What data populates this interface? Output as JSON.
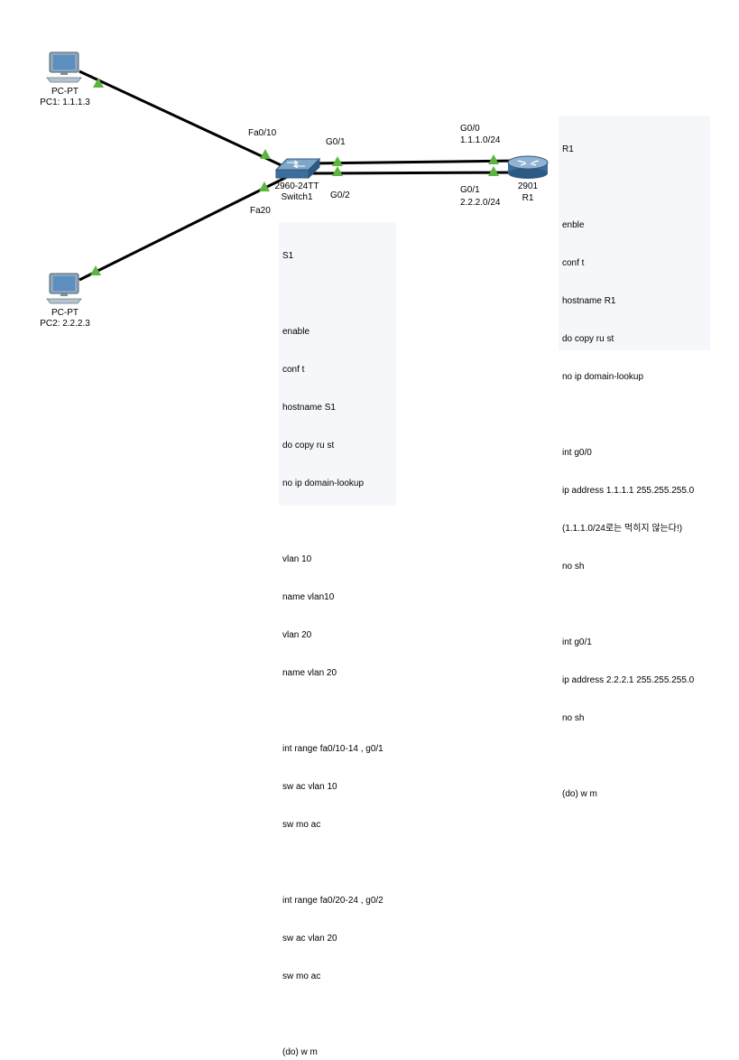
{
  "devices": {
    "pc1": {
      "type": "PC-PT",
      "name": "PC1: 1.1.1.3"
    },
    "pc2": {
      "type": "PC-PT",
      "name": "PC2: 2.2.2.3"
    },
    "switch": {
      "model": "2960-24TT",
      "name": "Switch1"
    },
    "router": {
      "model": "2901",
      "name": "R1"
    }
  },
  "ports": {
    "sw_fa0_10": "Fa0/10",
    "sw_fa0_20": "Fa20",
    "sw_g0_1": "G0/1",
    "sw_g0_2": "G0/2",
    "r_g0_0": "G0/0",
    "r_g0_0_net": "1.1.1.0/24",
    "r_g0_1": "G0/1",
    "r_g0_1_net": "2.2.2.0/24"
  },
  "notes": {
    "s1": [
      "S1",
      "",
      "enable",
      "conf t",
      "hostname S1",
      "do copy ru st",
      "no ip domain-lookup",
      "",
      "vlan 10",
      "name vlan10",
      "vlan 20",
      "name vlan 20",
      "",
      "int range fa0/10-14 , g0/1",
      "sw ac vlan 10",
      "sw mo ac",
      "",
      "int range fa0/20-24 , g0/2",
      "sw ac vlan 20",
      "sw mo ac",
      "",
      "(do) w m"
    ],
    "r1": [
      "R1",
      "",
      "enble",
      "conf t",
      "hostname R1",
      "do copy ru st",
      "no ip domain-lookup",
      "",
      "int g0/0",
      "ip address 1.1.1.1 255.255.255.0",
      "(1.1.1.0/24로는 먹히지 않는다!)",
      "no sh",
      "",
      "int g0/1",
      "ip address 2.2.2.1 255.255.255.0",
      "no sh",
      "",
      "(do) w m"
    ]
  },
  "colors": {
    "link": "#000000",
    "link_up": "#5cb53c",
    "note_bg": "#f6f7fb",
    "device_blue": "#3b6e9e"
  }
}
